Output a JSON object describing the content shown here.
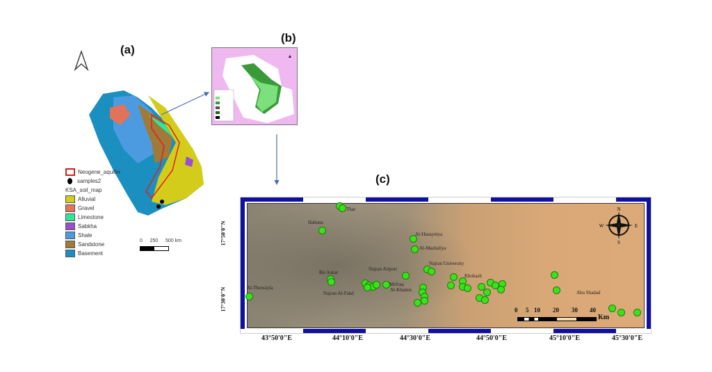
{
  "panels": {
    "a": "(a)",
    "b": "(b)",
    "c": "(c)"
  },
  "panel_a": {
    "legend": {
      "aquifer": "Neogene_aquifer",
      "samples": "samples2",
      "soil_title": "KSA_soil_map",
      "soil_classes": [
        {
          "label": "Alluvial",
          "color": "#d4cc1a"
        },
        {
          "label": "Gravel",
          "color": "#e0735a"
        },
        {
          "label": "Limestone",
          "color": "#2ee89a"
        },
        {
          "label": "Sabkha",
          "color": "#9b4fd0"
        },
        {
          "label": "Shale",
          "color": "#4c9be0"
        },
        {
          "label": "Sandstone",
          "color": "#a07a38"
        },
        {
          "label": "Basement",
          "color": "#1a8fc0"
        }
      ]
    },
    "scale": {
      "ticks": [
        "0",
        "250",
        "500 km"
      ]
    }
  },
  "panel_c": {
    "towns": [
      "Thar",
      "Habuna",
      "Al-Husayniya",
      "Al-Mashaliya",
      "Najran University",
      "Najran Airport",
      "Bir Askar",
      "Mefraq",
      "Al-Khamis",
      "Najran Al-Fahd",
      "Al-Thowayla",
      "Khobash",
      "Abu Shadad"
    ],
    "compass": {
      "n": "N",
      "s": "S",
      "e": "E",
      "w": "W"
    },
    "scale": {
      "ticks": [
        "0",
        "5",
        "10",
        "20",
        "30",
        "40"
      ],
      "unit": "Km"
    },
    "lon_ticks": [
      "43°50'0\"E",
      "44°10'0\"E",
      "44°30'0\"E",
      "44°50'0\"E",
      "45°10'0\"E",
      "45°30'0\"E"
    ],
    "lat_ticks": [
      "17°50'0\"N",
      "17°30'0\"N"
    ]
  },
  "colors": {
    "sample_point": "#3be21a",
    "frame": "#1010a0",
    "arrow": "#4a6fb0"
  }
}
